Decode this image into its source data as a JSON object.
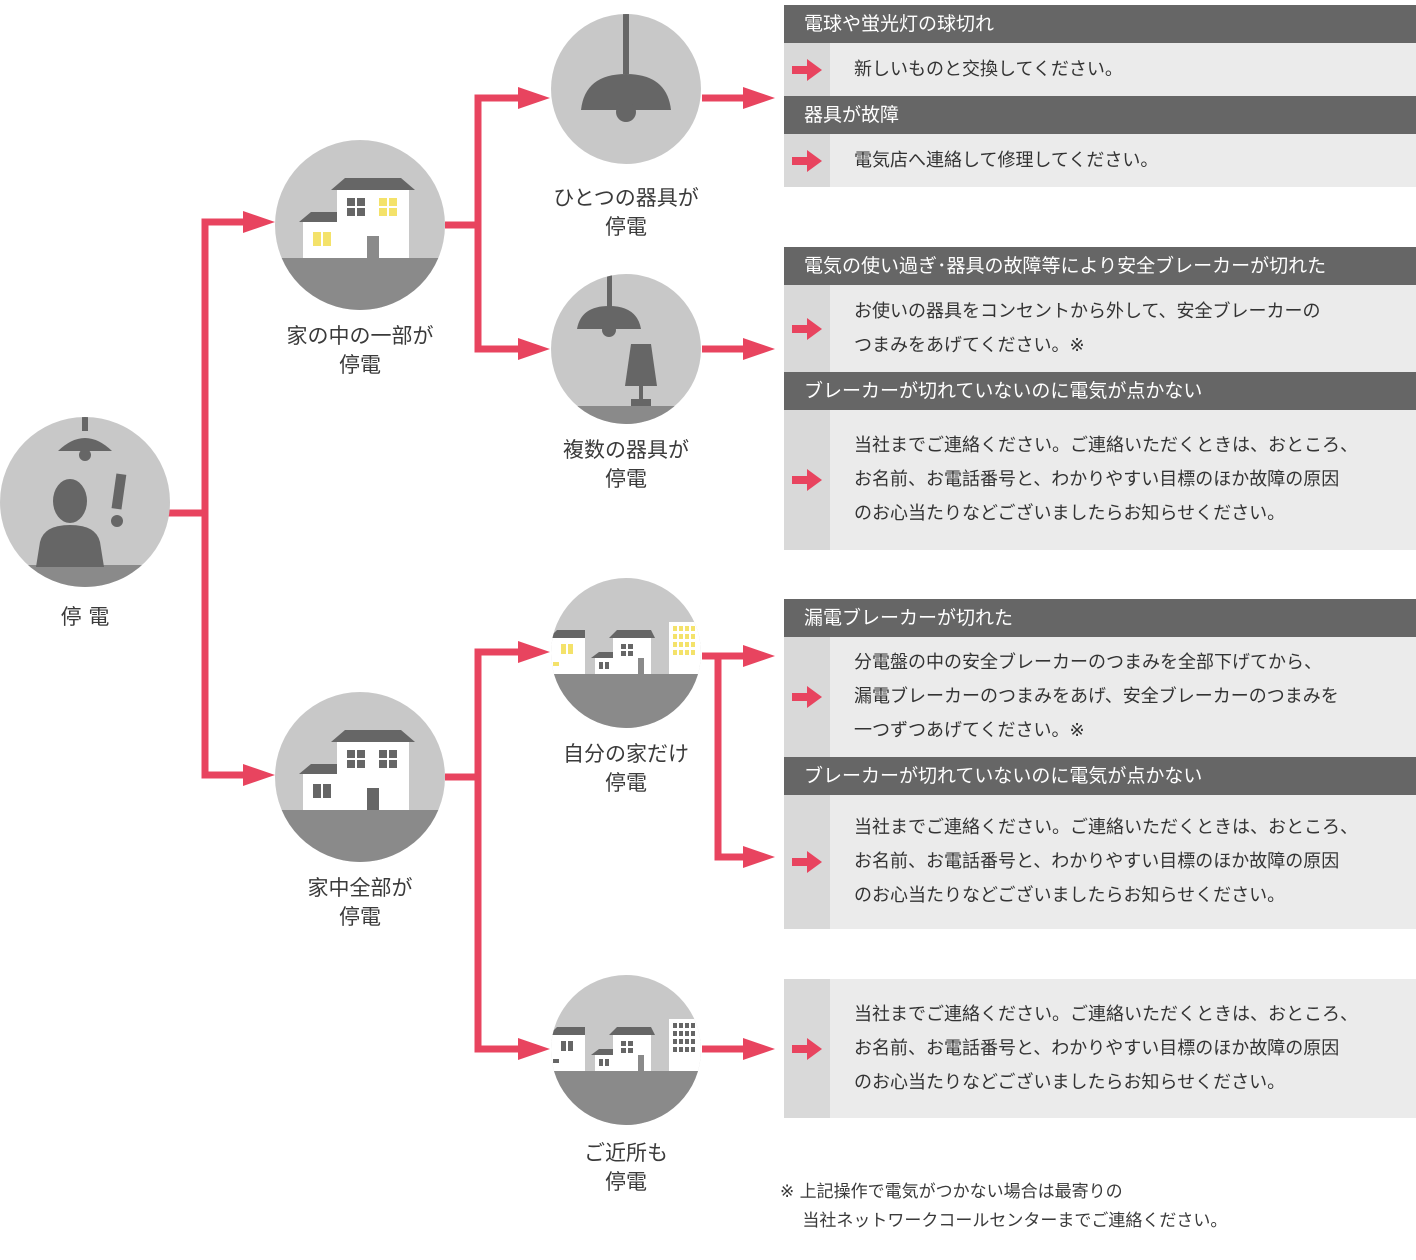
{
  "colors": {
    "accent": "#e8445f",
    "circle": "#c8c8c8",
    "dark": "#666666",
    "box": "#ebebeb"
  },
  "nodes": {
    "outage": "停 電",
    "partial": "家の中の一部が\n停電",
    "whole": "家中全部が\n停電",
    "single": "ひとつの器具が\n停電",
    "multiple": "複数の器具が\n停電",
    "own_home": "自分の家だけ\n停電",
    "neighborhood": "ご近所も\n停電"
  },
  "panels": {
    "bulb_header": "電球や蛍光灯の球切れ",
    "bulb_text": "新しいものと交換してください。",
    "fixture_header": "器具が故障",
    "fixture_text": "電気店へ連絡して修理してください。",
    "safety_header": "電気の使い過ぎ･器具の故障等により安全ブレーカーが切れた",
    "safety_text": "お使いの器具をコンセントから外して、安全ブレーカーの\nつまみをあげてください。※",
    "nobreaker1_header": "ブレーカーが切れていないのに電気が点かない",
    "contact1_text": "当社までご連絡ください。ご連絡いただくときは、おところ、\nお名前、お電話番号と、わかりやすい目標のほか故障の原因\nのお心当たりなどございましたらお知らせください。",
    "leak_header": "漏電ブレーカーが切れた",
    "leak_text": "分電盤の中の安全ブレーカーのつまみを全部下げてから、\n漏電ブレーカーのつまみをあげ、安全ブレーカーのつまみを\n一つずつあげてください。※",
    "nobreaker2_header": "ブレーカーが切れていないのに電気が点かない",
    "contact2_text": "当社までご連絡ください。ご連絡いただくときは、おところ、\nお名前、お電話番号と、わかりやすい目標のほか故障の原因\nのお心当たりなどございましたらお知らせください。",
    "contact3_text": "当社までご連絡ください。ご連絡いただくときは、おところ、\nお名前、お電話番号と、わかりやすい目標のほか故障の原因\nのお心当たりなどございましたらお知らせください。"
  },
  "footnote": "※ 上記操作で電気がつかない場合は最寄りの\n　 当社ネットワークコールセンターまでご連絡ください。"
}
